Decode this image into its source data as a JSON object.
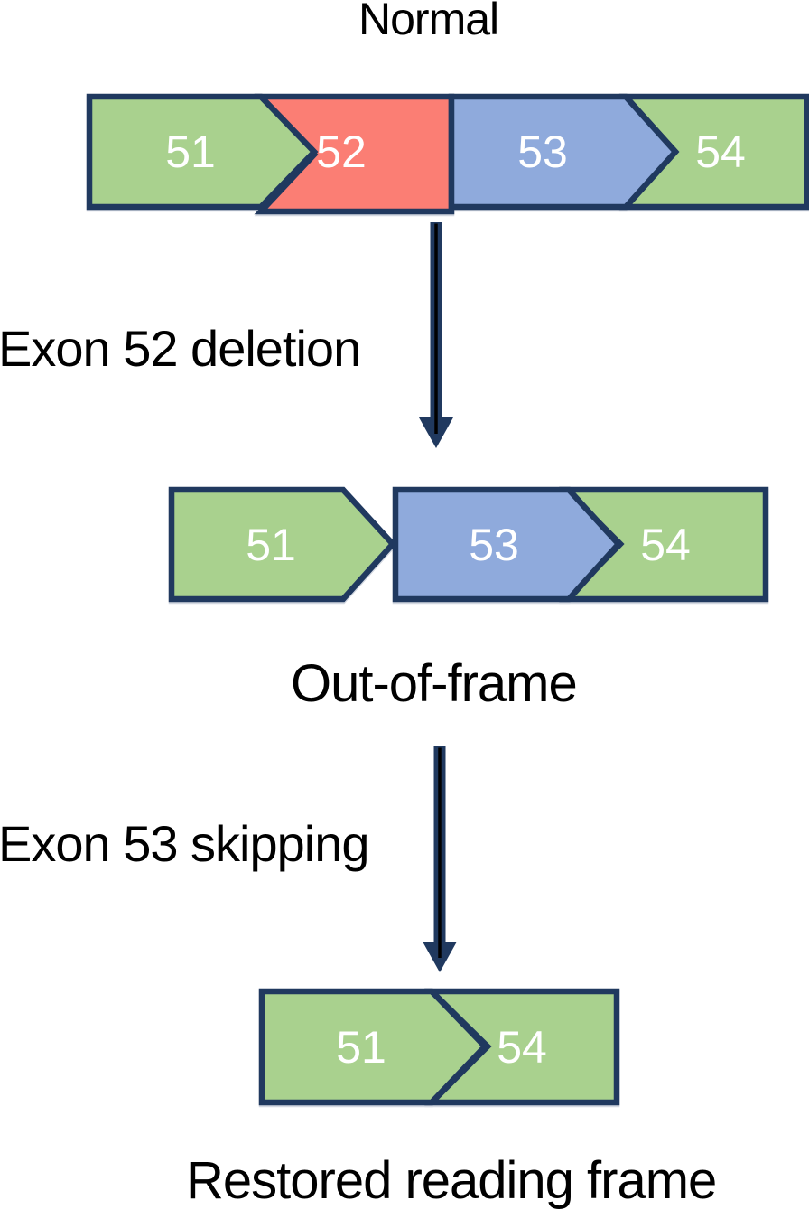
{
  "title": "Normal",
  "colors": {
    "exon_green": "#A9D18E",
    "exon_red": "#FB7E74",
    "exon_blue": "#8FAADC",
    "outline_navy": "#20395F",
    "arrow_navy": "#20395F",
    "arrow_core": "#000000",
    "exon_text": "#FFFFFF",
    "label_text": "#000000"
  },
  "rows": [
    {
      "id": "normal-transcript",
      "exons": [
        {
          "label": "51",
          "color": "#A9D18E"
        },
        {
          "label": "52",
          "color": "#FB7E74"
        },
        {
          "label": "53",
          "color": "#8FAADC"
        },
        {
          "label": "54",
          "color": "#A9D18E"
        }
      ]
    },
    {
      "id": "out-of-frame-transcript",
      "caption": "Out-of-frame",
      "exons": [
        {
          "label": "51",
          "color": "#A9D18E"
        },
        {
          "label": "53",
          "color": "#8FAADC"
        },
        {
          "label": "54",
          "color": "#A9D18E"
        }
      ]
    },
    {
      "id": "restored-transcript",
      "caption": "Restored reading frame",
      "exons": [
        {
          "label": "51",
          "color": "#A9D18E"
        },
        {
          "label": "54",
          "color": "#A9D18E"
        }
      ]
    }
  ],
  "arrows": [
    {
      "label": "Exon 52 deletion"
    },
    {
      "label": "Exon 53 skipping"
    }
  ]
}
